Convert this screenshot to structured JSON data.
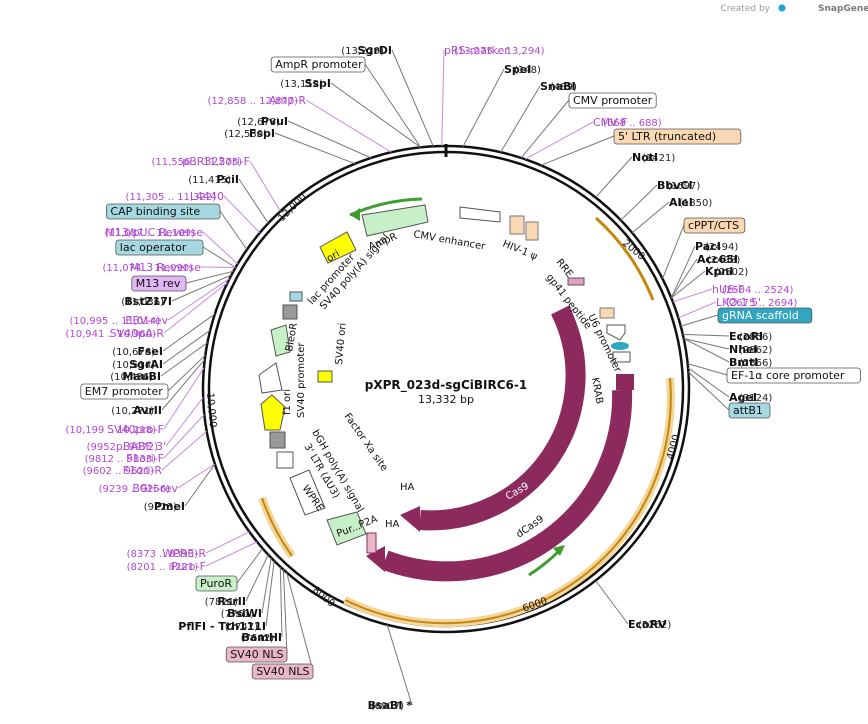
{
  "brand": {
    "created_by": "Created by",
    "name": "SnapGene"
  },
  "plasmid": {
    "name": "pXPR_023d-sgCiBIRC6-1",
    "size_label": "13,332 bp"
  },
  "ticks": [
    "2000",
    "4000",
    "6000",
    "8000",
    "10,000",
    "12,000"
  ],
  "right_labels": [
    {
      "name": "pRS-marker",
      "pos": "(13,275 .. 13,294)",
      "kind": "primer"
    },
    {
      "name": "SpeI",
      "pos": "(148)",
      "kind": "site"
    },
    {
      "name": "SnaBI",
      "pos": "(489)",
      "kind": "site"
    },
    {
      "name": "CMV promoter",
      "kind": "box"
    },
    {
      "name": "CMV-F",
      "pos": "(668 .. 688)",
      "kind": "primer"
    },
    {
      "name": "5' LTR (truncated)",
      "kind": "box-orange"
    },
    {
      "name": "NotI",
      "pos": "(1421)",
      "kind": "site"
    },
    {
      "name": "BbvCI",
      "pos": "(1697)",
      "kind": "site"
    },
    {
      "name": "AleI",
      "pos": "(1850)",
      "kind": "site"
    },
    {
      "name": "cPPT/CTS",
      "kind": "box-orange"
    },
    {
      "name": "PacI",
      "pos": "(2494)",
      "kind": "site"
    },
    {
      "name": "Acc65I",
      "pos": "(2498)",
      "kind": "site"
    },
    {
      "name": "KpnI",
      "pos": "(2502)",
      "kind": "site"
    },
    {
      "name": "hU6-F",
      "pos": "(2504 .. 2524)",
      "kind": "primer"
    },
    {
      "name": "LKO.1 5'",
      "pos": "(2675 .. 2694)",
      "kind": "primer"
    },
    {
      "name": "gRNA scaffold",
      "kind": "box-teal"
    },
    {
      "name": "EcoRI",
      "pos": "(2856)",
      "kind": "site"
    },
    {
      "name": "NheI",
      "pos": "(2862)",
      "kind": "site"
    },
    {
      "name": "BmtI",
      "pos": "(2866)",
      "kind": "site"
    },
    {
      "name": "EF-1α core promoter",
      "kind": "box"
    },
    {
      "name": "AgeI",
      "pos": "(3124)",
      "kind": "site"
    },
    {
      "name": "attB1",
      "kind": "box-blue"
    },
    {
      "name": "EcoRV",
      "pos": "(5262)",
      "kind": "site"
    }
  ],
  "left_labels": [
    {
      "name": "SgrDI",
      "pos": "(13,229)",
      "kind": "site"
    },
    {
      "name": "AmpR promoter",
      "kind": "box"
    },
    {
      "name": "SspI",
      "pos": "(13,112)",
      "kind": "site"
    },
    {
      "name": "Amp-R",
      "pos": "(12,858 .. 12,877)",
      "kind": "primer"
    },
    {
      "name": "PvuI",
      "pos": "(12,678)",
      "kind": "site"
    },
    {
      "name": "FspI",
      "pos": "(12,530)",
      "kind": "site"
    },
    {
      "name": "pBR322ori-F",
      "pos": "(11,556 .. 11,575)",
      "kind": "primer"
    },
    {
      "name": "PciI",
      "pos": "(11,415)",
      "kind": "site"
    },
    {
      "name": "L4440",
      "pos": "(11,305 .. 11,322)",
      "kind": "primer"
    },
    {
      "name": "CAP binding site",
      "kind": "box-blue"
    },
    {
      "name": "M13/pUC Reverse",
      "pos": "(11,087 .. 11,109)",
      "kind": "primer"
    },
    {
      "name": "lac operator",
      "kind": "box-blue"
    },
    {
      "name": "M13 Reverse",
      "pos": "(11,074 .. 11,090)",
      "kind": "primer"
    },
    {
      "name": "M13 rev",
      "kind": "box-purple"
    },
    {
      "name": "BstZ17I",
      "pos": "(11,036)",
      "kind": "site"
    },
    {
      "name": "EBV-rev",
      "pos": "(10,995 .. 11,014)",
      "kind": "primer"
    },
    {
      "name": "SV40pA-R",
      "pos": "(10,941 .. 10,960)",
      "kind": "primer"
    },
    {
      "name": "FseI",
      "pos": "(10,676)",
      "kind": "site"
    },
    {
      "name": "SgrAI",
      "pos": "(10,514)",
      "kind": "site"
    },
    {
      "name": "MauBI",
      "pos": "(10,436)",
      "kind": "site"
    },
    {
      "name": "EM7 promoter",
      "kind": "box"
    },
    {
      "name": "AvrII",
      "pos": "(10,271)",
      "kind": "site"
    },
    {
      "name": "SV40pro-F",
      "pos": "(10,199 .. 10,218)",
      "kind": "primer"
    },
    {
      "name": "pBABE 3'",
      "pos": "(9952 .. 9972)",
      "kind": "primer"
    },
    {
      "name": "F1ori-F",
      "pos": "(9812 .. 9833)",
      "kind": "primer"
    },
    {
      "name": "F1ori-R",
      "pos": "(9602 .. 9621)",
      "kind": "primer"
    },
    {
      "name": "BGH-rev",
      "pos": "(9239 .. 9256)",
      "kind": "primer"
    },
    {
      "name": "PmeI",
      "pos": "(9223)",
      "kind": "site"
    },
    {
      "name": "WPRE-R",
      "pos": "(8373 .. 8393)",
      "kind": "primer"
    },
    {
      "name": "Puro-F",
      "pos": "(8201 .. 8221)",
      "kind": "primer"
    },
    {
      "name": "PuroR",
      "kind": "box-green"
    },
    {
      "name": "RsrII",
      "pos": "(7821)",
      "kind": "site"
    },
    {
      "name": "BsiWI",
      "pos": "(7761)",
      "kind": "site"
    },
    {
      "name": "PflFI - Tth111I",
      "pos": "(7747)",
      "kind": "site"
    },
    {
      "name": "BamHI",
      "pos": "(7642)",
      "kind": "site"
    },
    {
      "name": "SV40 NLS",
      "kind": "box-pink"
    },
    {
      "name": "SV40 NLS",
      "kind": "box-pink"
    },
    {
      "name": "BsaBI *",
      "pos": "(6907)",
      "kind": "site"
    }
  ],
  "inner_labels": {
    "cmv_enhancer": "CMV enhancer",
    "hiv_psi": "HIV-1 ψ",
    "ampr": "AmpR",
    "ori": "ori",
    "lac_promoter": "lac promoter",
    "sv40_polya": "SV40 poly(A) signal",
    "rre": "RRE",
    "gp41": "gp41 peptide",
    "u6": "U6 promoter",
    "bleor": "BleoR",
    "sv40_ori": "SV40 ori",
    "sv40_promoter": "SV40 promoter",
    "f1_ori": "f1 ori",
    "krab": "KRAB",
    "factor_xa": "Factor Xa site",
    "bgh": "bGH poly(A) signal",
    "ltr3": "3' LTR (ΔU3)",
    "wpre": "WPRE",
    "ha1": "HA",
    "ha2": "HA",
    "cas9": "Cas9",
    "dcas9": "dCas9",
    "pur": "Pur...",
    "p2a": "P2A"
  },
  "colors": {
    "cas9": "#8c2a5e",
    "orange_line": "#c8860d",
    "green_arrow": "#c8f0c8",
    "yellow_feature": "#ffff00",
    "primer": "#b148d2",
    "box_blue": "#a6d8e2",
    "box_orange": "#fbd8b4",
    "box_teal": "#31a6c0",
    "box_purple": "#e0b6f5",
    "box_pink": "#e9b6c8",
    "box_green": "#c8f0c8"
  }
}
